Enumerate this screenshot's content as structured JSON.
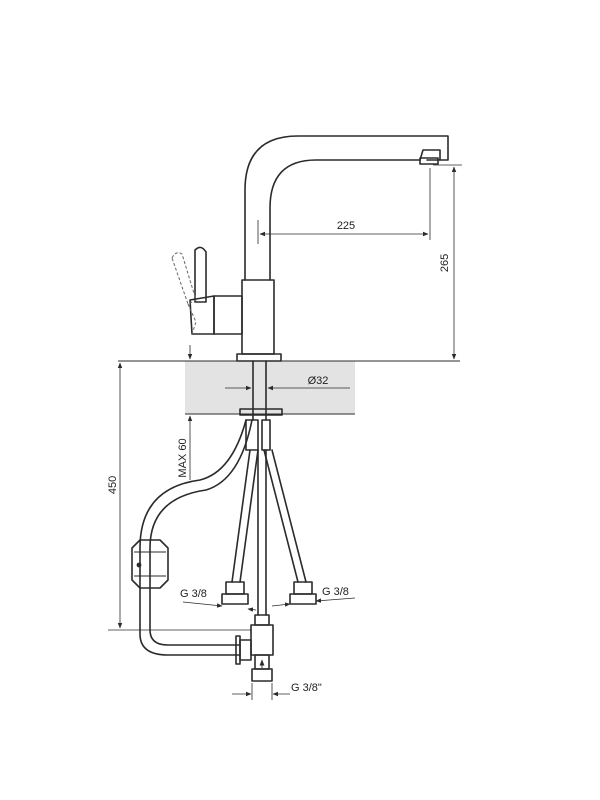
{
  "dimensions": {
    "spout_reach": "225",
    "spout_height": "265",
    "hole_diameter": "Ø32",
    "max_deck_thickness": "MAX 60",
    "hose_length": "450",
    "hose_connector_left": "G 3/8",
    "hose_connector_right": "G 3/8",
    "inlet_connector": "G 3/8\""
  },
  "colors": {
    "line": "#2b2b2b",
    "deck_band": "#e3e3e3"
  }
}
